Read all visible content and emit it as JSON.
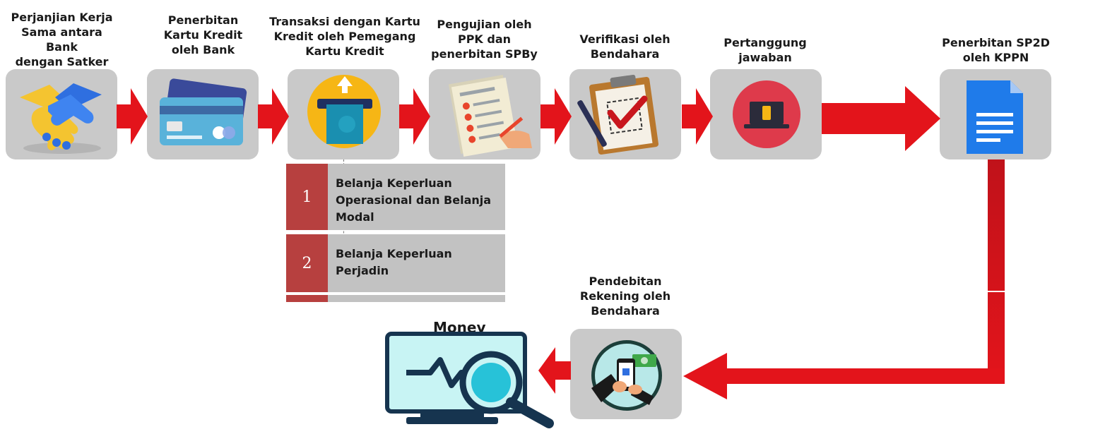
{
  "steps": [
    {
      "label": "Perjanjian Kerja\nSama antara Bank\ndengan Satker",
      "icon": "handshake-icon"
    },
    {
      "label": "Penerbitan\nKartu Kredit\noleh Bank",
      "icon": "credit-card-icon"
    },
    {
      "label": "Transaksi dengan Kartu\nKredit oleh Pemegang\nKartu Kredit",
      "icon": "card-atm-icon"
    },
    {
      "label": "Pengujian oleh\nPPK dan\npenerbitan SPBy",
      "icon": "checklist-icon"
    },
    {
      "label": "Verifikasi oleh\nBendahara",
      "icon": "clipboard-check-icon"
    },
    {
      "label": "Pertanggung\njawaban",
      "icon": "laptop-icon"
    },
    {
      "label": "Penerbitan SP2D\noleh KPPN",
      "icon": "document-icon"
    },
    {
      "label": "Pendebitan\nRekening oleh\nBendahara",
      "icon": "mobile-payment-icon"
    }
  ],
  "sublist": [
    {
      "num": "1",
      "text": "Belanja Keperluan\nOperasional dan Belanja\nModal"
    },
    {
      "num": "2",
      "text": "Belanja Keperluan\nPerjadin"
    }
  ],
  "monev": {
    "title": "Monev",
    "icon": "monitor-magnifier-icon"
  },
  "colors": {
    "arrow": "#e3141b",
    "box": "#c9c9c9",
    "number_bg": "#b7403f"
  }
}
